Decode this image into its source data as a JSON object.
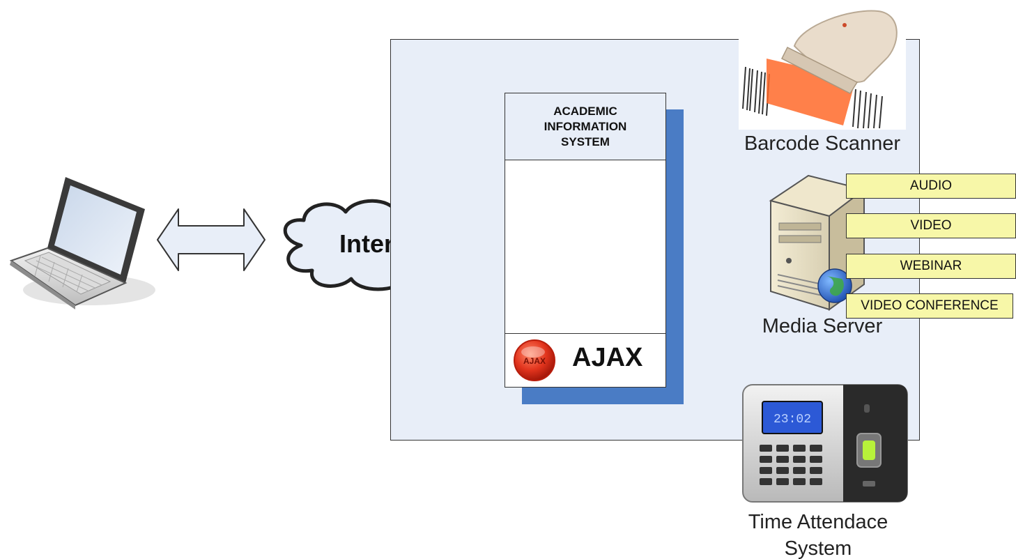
{
  "internet": {
    "label": "Internet"
  },
  "ais": {
    "title": "ACADEMIC\nINFORMATION\nSYSTEM",
    "footer_label": "AJAX",
    "badge_text": "AJAX"
  },
  "devices": {
    "barcode_scanner": "Barcode Scanner",
    "media_server": "Media Server",
    "time_attendance": "Time Attendace\nSystem"
  },
  "media_tags": [
    "AUDIO",
    "VIDEO",
    "WEBINAR",
    "VIDEO CONFERENCE"
  ],
  "attendance_display": {
    "time": "23:02"
  },
  "colors": {
    "system_bg": "#e8eef8",
    "panel_shadow": "#4a7cc5",
    "tag_fill": "#f7f7a8",
    "ajax_badge": "#e2341d"
  }
}
